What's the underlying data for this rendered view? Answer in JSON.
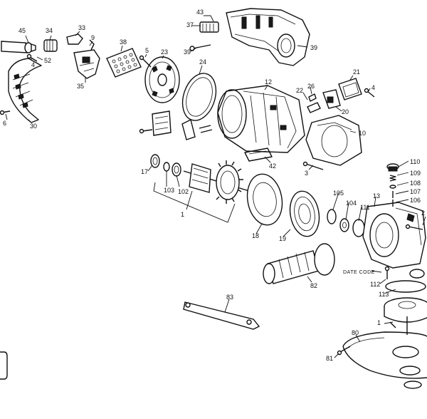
{
  "diagram": {
    "part_numbers": [
      "43",
      "37",
      "39",
      "45",
      "34",
      "33",
      "9",
      "38",
      "5",
      "23",
      "24",
      "52",
      "4",
      "35",
      "12",
      "22",
      "26",
      "21",
      "20",
      "6",
      "30",
      "10",
      "42",
      "3",
      "17",
      "103",
      "102",
      "1",
      "110",
      "109",
      "108",
      "107",
      "105",
      "104",
      "111",
      "13",
      "2",
      "18",
      "19",
      "82",
      "DATE CODE",
      "112",
      "113",
      "83",
      "80",
      "81"
    ]
  }
}
